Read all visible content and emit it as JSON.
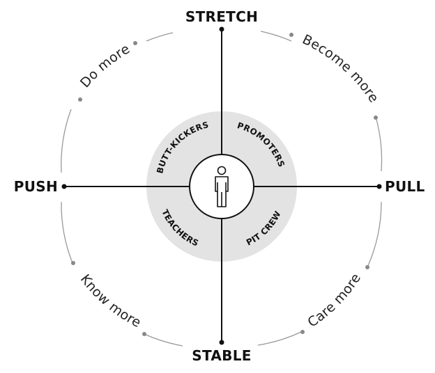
{
  "axes": {
    "top": "STRETCH",
    "bottom": "STABLE",
    "left": "PUSH",
    "right": "PULL"
  },
  "outcomes": {
    "top_left": "Do more",
    "top_right": "Become more",
    "bottom_left": "Know more",
    "bottom_right": "Care more"
  },
  "roles": {
    "top_left": "BUTT-KICKERS",
    "top_right": "PROMOTERS",
    "bottom_left": "TEACHERS",
    "bottom_right": "PIT CREW"
  },
  "center_icon": "person-icon",
  "colors": {
    "line": "#111111",
    "outer_circle": "#999999",
    "dot": "#888888",
    "inner_ring": "#e3e3e3",
    "center_fill": "#ffffff"
  }
}
